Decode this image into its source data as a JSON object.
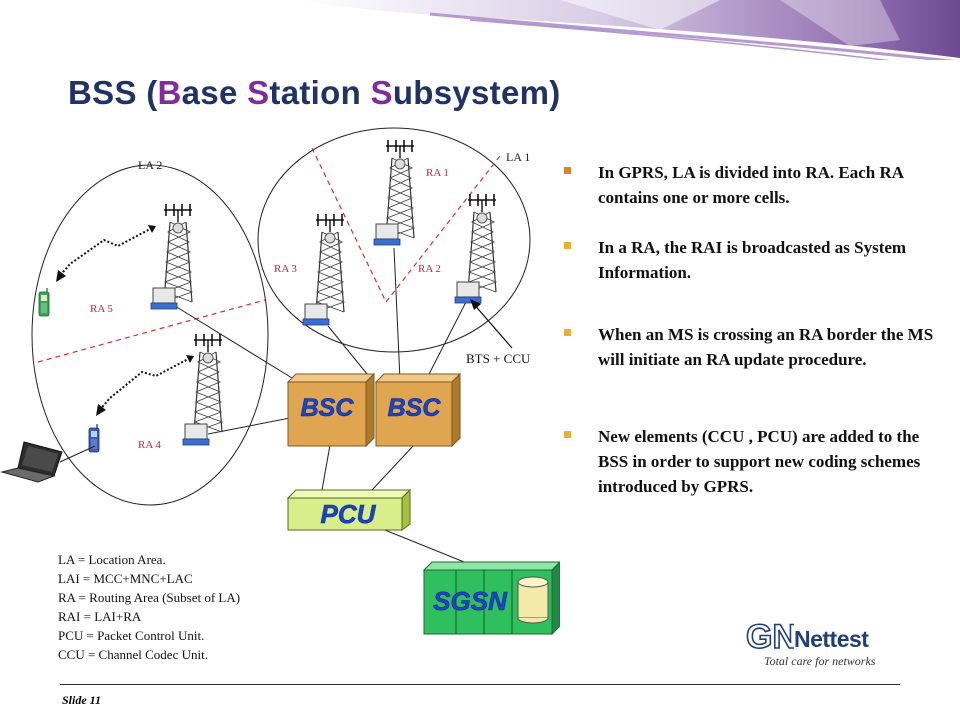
{
  "slide": {
    "title_parts": [
      "BSS (",
      "B",
      "ase ",
      "S",
      "tation ",
      "S",
      "ubsystem)"
    ],
    "slide_number": "Slide 11"
  },
  "diagram": {
    "areas": {
      "la1": "LA 1",
      "la2": "LA 2"
    },
    "routing_areas": {
      "ra1": "RA 1",
      "ra2": "RA 2",
      "ra3": "RA 3",
      "ra4": "RA 4",
      "ra5": "RA 5"
    },
    "bts_label": "BTS + CCU",
    "bsc_1": "BSC",
    "bsc_2": "BSC",
    "pcu": "PCU",
    "sgsn": "SGSN"
  },
  "bullets": [
    "In GPRS, LA is divided into RA. Each RA contains one or more cells.",
    "In a RA, the RAI is broadcasted as System Information.",
    "When an MS is crossing an RA border the MS will initiate an RA update procedure.",
    "New elements (CCU , PCU) are added to the BSS in order to support new coding schemes introduced by GPRS."
  ],
  "legend": [
    "LA = Location Area.",
    "LAI = MCC+MNC+LAC",
    "RA = Routing Area (Subset of LA)",
    "RAI = LAI+RA",
    "PCU = Packet Control Unit.",
    "CCU = Channel Codec Unit."
  ],
  "logo": {
    "mark": "GN",
    "name": "Nettest",
    "tagline": "Total care for networks"
  },
  "colors": {
    "title": "#1f3364",
    "title_highlight": "#7d2d9c",
    "ra_label": "#c0262d",
    "bullet": "#d9822b",
    "bsc": "#e0a550",
    "pcu": "#d8ee8a",
    "sgsn": "#2fbf5e"
  }
}
